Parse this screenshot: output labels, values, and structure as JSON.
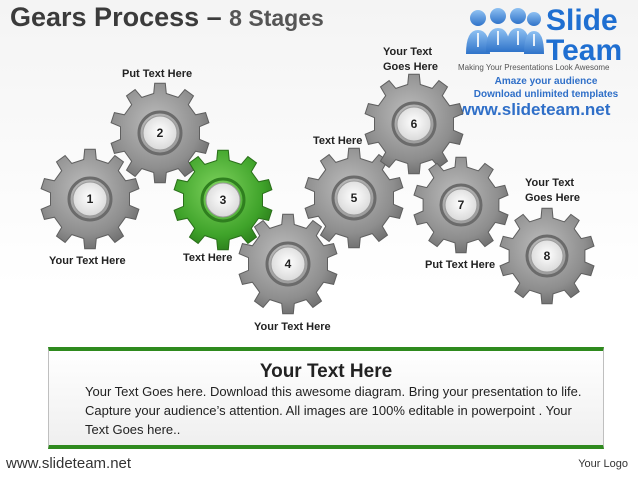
{
  "header": {
    "title": "Gears Process",
    "separator": " – ",
    "subtitle": "8 Stages"
  },
  "logo": {
    "brand_line1": "Slide",
    "brand_line2": "Team",
    "tagline": "Making Your Presentations Look Awesome",
    "promo_line1": "Amaze your audience",
    "promo_line2": "Download unlimited templates",
    "url": "www.slideteam.net",
    "color": "#1f6fd1"
  },
  "gears": [
    {
      "number": "1",
      "color": "gray"
    },
    {
      "number": "2",
      "color": "gray"
    },
    {
      "number": "3",
      "color": "green"
    },
    {
      "number": "4",
      "color": "gray"
    },
    {
      "number": "5",
      "color": "gray"
    },
    {
      "number": "6",
      "color": "gray"
    },
    {
      "number": "7",
      "color": "gray"
    },
    {
      "number": "8",
      "color": "gray"
    }
  ],
  "labels": {
    "gear1": "Your Text Here",
    "gear2": "Put Text Here",
    "gear3": "Text Here",
    "gear4": "Your Text Here",
    "gear5": "Text Here",
    "gear6_line1": "Your Text",
    "gear6_line2": "Goes Here",
    "gear7": "Put Text Here",
    "gear8_line1": "Your Text",
    "gear8_line2": "Goes Here"
  },
  "textbox": {
    "title": "Your Text Here",
    "body": "Your Text Goes here. Download this awesome diagram. Bring your presentation to life. Capture your audience’s attention. All images are 100% editable in powerpoint . Your Text Goes here..",
    "accent": "#2f8a1e"
  },
  "footer": {
    "website": "www.slideteam.net",
    "logo_placeholder": "Your Logo"
  },
  "colors": {
    "gear_gray": "#8c8c8c",
    "gear_green": "#3fa32a"
  }
}
